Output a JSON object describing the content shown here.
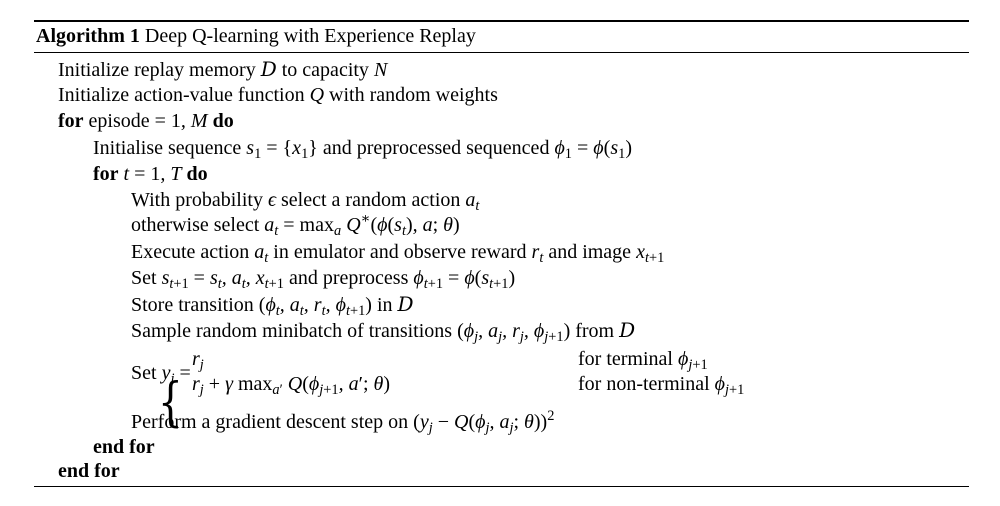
{
  "algorithm": {
    "label": "Algorithm 1",
    "title": "Deep Q-learning with Experience Replay",
    "keywords": {
      "for": "for",
      "do": "do",
      "end_for": "end for"
    },
    "text": {
      "init_memory": "Initialize replay memory",
      "to_capacity": "to capacity",
      "init_q": "Initialize action-value function",
      "with_random_weights": "with random weights",
      "episode": "episode",
      "init_seq": "Initialise sequence",
      "and_preprocessed": "and preprocessed sequenced",
      "with_probability": "With probability",
      "select_random_action": "select a random action",
      "otherwise_select": "otherwise select",
      "execute_action": "Execute action",
      "in_emulator": "in emulator and observe reward",
      "and_image": "and image",
      "set": "Set",
      "and_preprocess": "and preprocess",
      "store_transition": "Store transition",
      "in": "in",
      "sample_minibatch": "Sample random minibatch of transitions",
      "from": "from",
      "for_terminal": "for terminal",
      "for_non_terminal": "for non-terminal",
      "perform_gradient": "Perform a gradient descent step on"
    }
  }
}
